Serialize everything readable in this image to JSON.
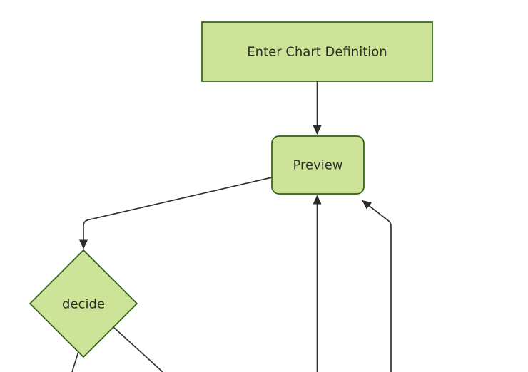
{
  "diagram": {
    "type": "flowchart",
    "direction": "top-down",
    "nodes": [
      {
        "id": "enter-chart-definition",
        "label": "Enter Chart Definition",
        "shape": "rectangle"
      },
      {
        "id": "preview",
        "label": "Preview",
        "shape": "rounded-rectangle"
      },
      {
        "id": "decide",
        "label": "decide",
        "shape": "diamond"
      }
    ],
    "edges": [
      {
        "from": "enter-chart-definition",
        "to": "preview",
        "arrowhead": true
      },
      {
        "from": "preview",
        "to": "decide",
        "arrowhead": true
      },
      {
        "from": "decide",
        "to": "offscreen-bottom-left",
        "arrowhead": false
      },
      {
        "from": "decide",
        "to": "offscreen-bottom-right",
        "arrowhead": false
      },
      {
        "from": "offscreen-bottom-center",
        "to": "preview",
        "arrowhead": true
      },
      {
        "from": "offscreen-bottom-right",
        "to": "preview",
        "arrowhead": true
      }
    ]
  },
  "colors": {
    "background": "#ffffff",
    "node_fill": "#cde498",
    "node_border": "#2f5e18",
    "edge": "#333333",
    "arrowhead": "#2b2b2b",
    "text": "#2e2e2e"
  }
}
